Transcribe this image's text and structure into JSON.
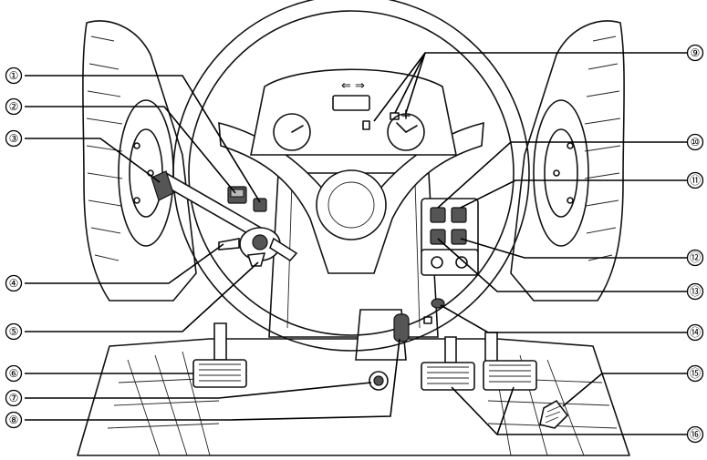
{
  "callouts": [
    {
      "id": "callout-1",
      "label": "①"
    },
    {
      "id": "callout-2",
      "label": "②"
    },
    {
      "id": "callout-3",
      "label": "③"
    },
    {
      "id": "callout-4",
      "label": "④"
    },
    {
      "id": "callout-5",
      "label": "⑤"
    },
    {
      "id": "callout-6",
      "label": "⑥"
    },
    {
      "id": "callout-7",
      "label": "⑦"
    },
    {
      "id": "callout-8",
      "label": "⑧"
    },
    {
      "id": "callout-9",
      "label": "⑨"
    },
    {
      "id": "callout-10",
      "label": "⑩"
    },
    {
      "id": "callout-11",
      "label": "⑪"
    },
    {
      "id": "callout-12",
      "label": "⑫"
    },
    {
      "id": "callout-13",
      "label": "⑬"
    },
    {
      "id": "callout-14",
      "label": "⑭"
    },
    {
      "id": "callout-15",
      "label": "⑮"
    },
    {
      "id": "callout-16",
      "label": "⑯"
    }
  ],
  "dashboard": {
    "direction_indicator": "⇐ ⇒"
  },
  "icons": [
    "steering-wheel-icon",
    "instrument-panel-icon",
    "gauge-icon",
    "turn-signal-arrows-icon",
    "switch-icon",
    "lever-icon",
    "pedal-icon",
    "tire-icon"
  ],
  "colors": {
    "line": "#111111",
    "background": "#ffffff",
    "switch": "#555555"
  }
}
